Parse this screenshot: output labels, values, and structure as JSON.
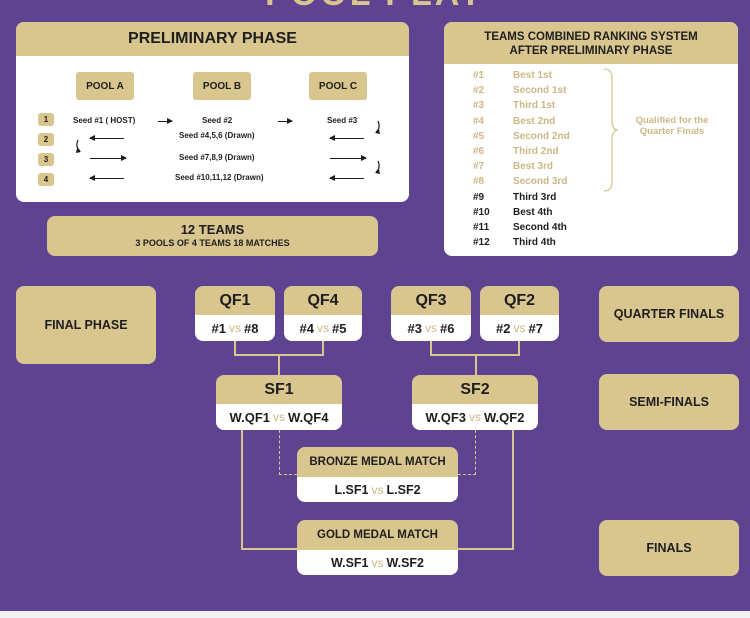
{
  "colors": {
    "background": "#5e4490",
    "gold": "#d9c68f",
    "white": "#ffffff",
    "qualified_text": "#cbb884",
    "text": "#1e1e1e"
  },
  "header": {
    "title": "POOL PLAY"
  },
  "preliminary": {
    "title": "PRELIMINARY PHASE",
    "pools": [
      "POOL A",
      "POOL B",
      "POOL C"
    ],
    "row_numbers": [
      "1",
      "2",
      "3",
      "4"
    ],
    "seed_texts": [
      "Seed  #1 ( HOST)",
      "Seed  #2",
      "Seed  #3",
      "Seed  #4,5,6 (Drawn)",
      "Seed  #7,8,9 (Drawn)",
      "Seed  #10,11,12 (Drawn)"
    ]
  },
  "teams_summary": {
    "line1": "12 TEAMS",
    "line2": "3 POOLS OF 4 TEAMS 18 MATCHES"
  },
  "ranking": {
    "title_line1": "TEAMS COMBINED RANKING SYSTEM",
    "title_line2": "AFTER PRELIMINARY PHASE",
    "rows": [
      {
        "rank": "#1",
        "label": "Best 1st",
        "qualified": true
      },
      {
        "rank": "#2",
        "label": "Second 1st",
        "qualified": true
      },
      {
        "rank": "#3",
        "label": "Third 1st",
        "qualified": true
      },
      {
        "rank": "#4",
        "label": "Best 2nd",
        "qualified": true
      },
      {
        "rank": "#5",
        "label": "Second 2nd",
        "qualified": true
      },
      {
        "rank": "#6",
        "label": "Third 2nd",
        "qualified": true
      },
      {
        "rank": "#7",
        "label": "Best 3rd",
        "qualified": true
      },
      {
        "rank": "#8",
        "label": "Second 3rd",
        "qualified": true
      },
      {
        "rank": "#9",
        "label": "Third 3rd",
        "qualified": false
      },
      {
        "rank": "#10",
        "label": "Best 4th",
        "qualified": false
      },
      {
        "rank": "#11",
        "label": "Second 4th",
        "qualified": false
      },
      {
        "rank": "#12",
        "label": "Third 4th",
        "qualified": false
      }
    ],
    "qualified_note_line1": "Qualified for the",
    "qualified_note_line2": "Quarter Finals"
  },
  "final_phase": {
    "label": "FINAL PHASE",
    "vs": "vs",
    "qf": [
      {
        "title": "QF1",
        "home": "#1",
        "away": "#8"
      },
      {
        "title": "QF4",
        "home": "#4",
        "away": "#5"
      },
      {
        "title": "QF3",
        "home": "#3",
        "away": "#6"
      },
      {
        "title": "QF2",
        "home": "#2",
        "away": "#7"
      }
    ],
    "sf": [
      {
        "title": "SF1",
        "home": "W.QF1",
        "away": "W.QF4"
      },
      {
        "title": "SF2",
        "home": "W.QF3",
        "away": "W.QF2"
      }
    ],
    "bronze": {
      "title": "BRONZE MEDAL MATCH",
      "home": "L.SF1",
      "away": "L.SF2"
    },
    "gold": {
      "title": "GOLD MEDAL MATCH",
      "home": "W.SF1",
      "away": "W.SF2"
    },
    "stage_labels": {
      "quarter": "QUARTER FINALS",
      "semi": "SEMI-FINALS",
      "finals": "FINALS"
    }
  }
}
